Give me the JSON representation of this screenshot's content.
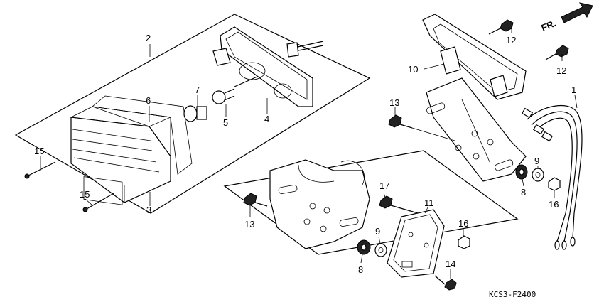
{
  "diagram": {
    "drawing_code": "KCS3-F2400",
    "direction_label": "FR.",
    "callouts": [
      {
        "id": "c2",
        "text": "2"
      },
      {
        "id": "c6",
        "text": "6"
      },
      {
        "id": "c7",
        "text": "7"
      },
      {
        "id": "c5",
        "text": "5"
      },
      {
        "id": "c4",
        "text": "4"
      },
      {
        "id": "c15a",
        "text": "15"
      },
      {
        "id": "c15b",
        "text": "15"
      },
      {
        "id": "c3",
        "text": "3"
      },
      {
        "id": "c12a",
        "text": "12"
      },
      {
        "id": "c12b",
        "text": "12"
      },
      {
        "id": "c10",
        "text": "10"
      },
      {
        "id": "c1",
        "text": "1"
      },
      {
        "id": "c13a",
        "text": "13"
      },
      {
        "id": "c9a",
        "text": "9"
      },
      {
        "id": "c8a",
        "text": "8"
      },
      {
        "id": "c16a",
        "text": "16"
      },
      {
        "id": "c17",
        "text": "17"
      },
      {
        "id": "c11",
        "text": "11"
      },
      {
        "id": "c13b",
        "text": "13"
      },
      {
        "id": "c16b",
        "text": "16"
      },
      {
        "id": "c9b",
        "text": "9"
      },
      {
        "id": "c8b",
        "text": "8"
      },
      {
        "id": "c14",
        "text": "14"
      }
    ]
  }
}
